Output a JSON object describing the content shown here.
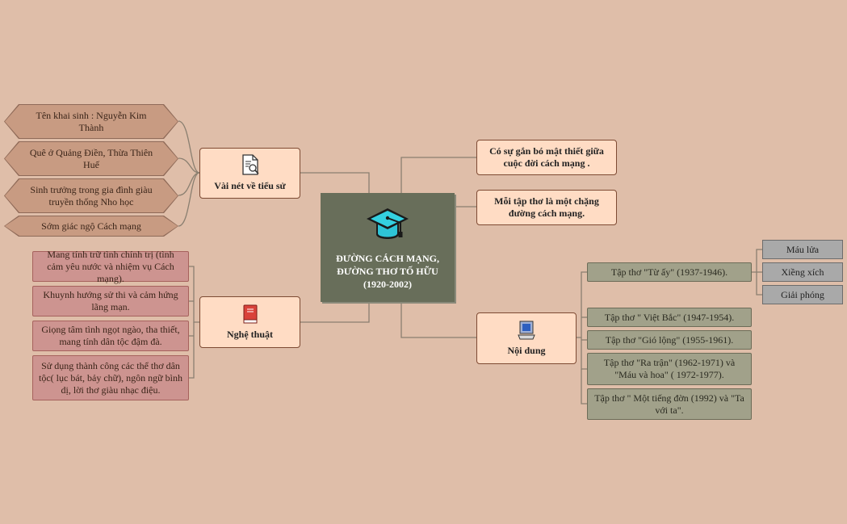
{
  "center": {
    "title": "ĐƯỜNG CÁCH MẠNG, ĐƯỜNG THƠ TỐ HỮU (1920-2002)",
    "icon": "graduation-cap-icon"
  },
  "branches": {
    "biography": {
      "label": "Vài nét về tiểu sử",
      "icon": "document-search-icon",
      "items": [
        "Tên khai sinh : Nguyễn Kim Thành",
        "Quê ở Quảng Điền, Thừa Thiên Huế",
        "Sinh trưởng trong gia đình giàu truyền thống Nho học",
        "Sớm giác ngộ Cách mạng"
      ]
    },
    "art": {
      "label": "Nghệ thuật",
      "icon": "book-icon",
      "items": [
        "Mang tính trữ tình chính trị (tình cảm yêu nước và nhiệm vụ Cách mạng).",
        "Khuynh hướng sử thi và cảm hứng lãng mạn.",
        "Giọng tâm tình ngọt ngào, tha thiết, mang tính dân tộc đậm đà.",
        "Sử dụng thành công các thể thơ dân tộc( lục bát, bảy chữ), ngôn ngữ bình dị, lời thơ giàu nhạc điệu."
      ]
    },
    "notes": [
      "Có sự gắn bó mật thiết giữa cuộc đời cách mạng .",
      "Mỗi tập thơ là một chặng đường cách mạng."
    ],
    "content": {
      "label": "Nội dung",
      "icon": "computer-icon",
      "items": [
        "Tập thơ \"Từ ấy\" (1937-1946).",
        "Tập thơ \" Việt Bắc\" (1947-1954).",
        "Tập thơ \"Gió lộng\" (1955-1961).",
        "Tập thơ \"Ra trận\" (1962-1971) và \"Máu và hoa\" ( 1972-1977).",
        "Tập thơ \" Một tiếng đờn (1992) và \"Ta với ta\"."
      ],
      "sub_items": [
        "Máu lửa",
        "Xiềng xích",
        "Giải phóng"
      ]
    }
  },
  "colors": {
    "background": "#dfbea9",
    "center": "#686e5a",
    "main_node": "#ffdcc4",
    "biography_item": "#c89b82",
    "art_item": "#cd9490",
    "content_item": "#a1a18a",
    "sub_item": "#a9a9a9",
    "connector": "#7d7d6d"
  }
}
